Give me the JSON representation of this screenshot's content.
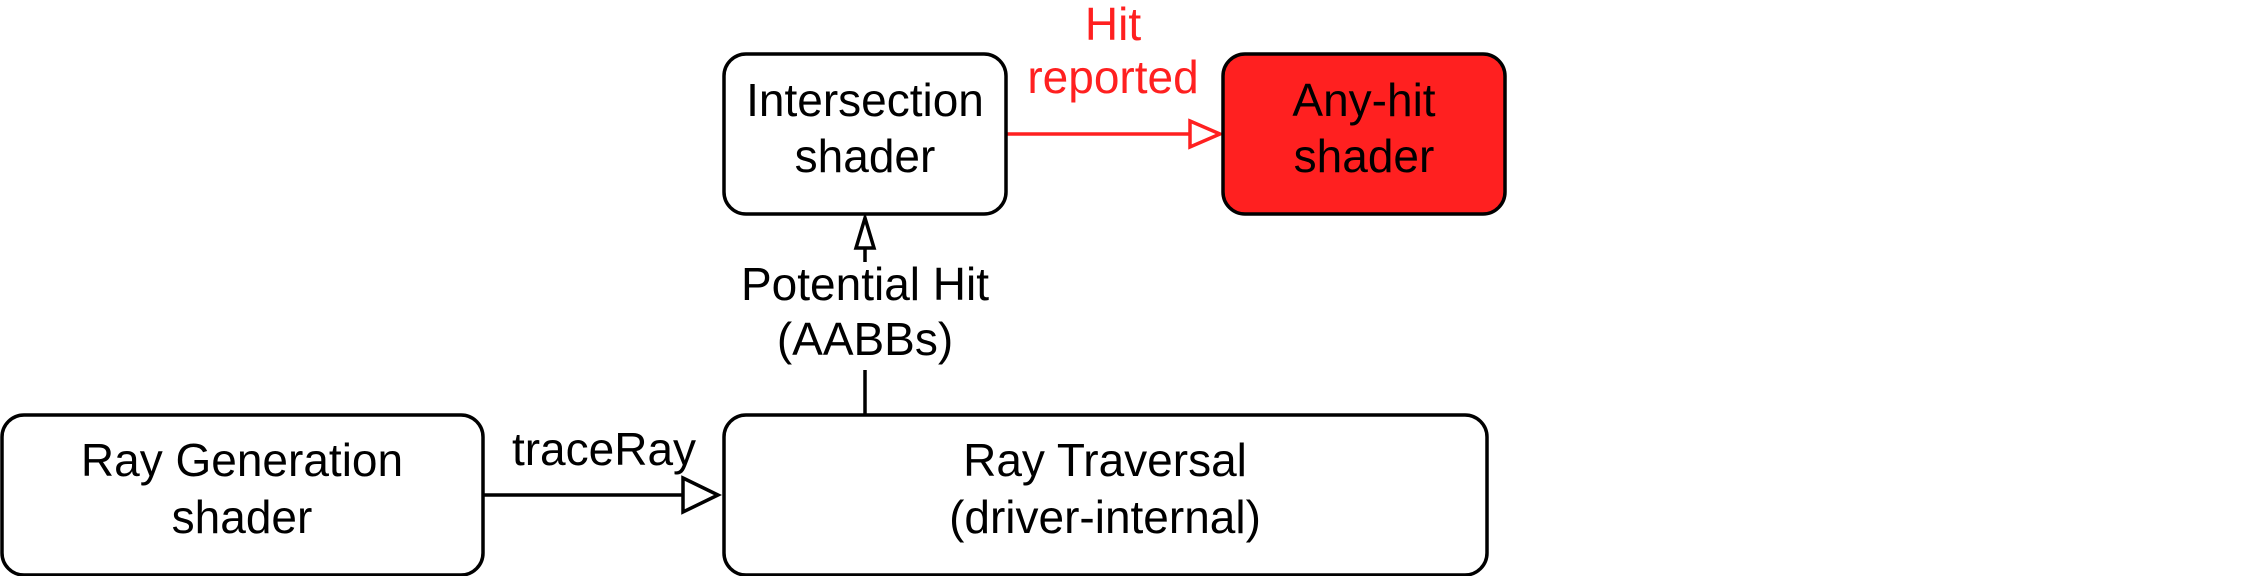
{
  "colors": {
    "stroke": "#000000",
    "box_fill": "#ffffff",
    "highlight_fill": "#ff2020",
    "highlight_text": "#ff2020"
  },
  "nodes": {
    "intersection": {
      "line1": "Intersection",
      "line2": "shader"
    },
    "any_hit": {
      "line1": "Any-hit",
      "line2": "shader"
    },
    "ray_generation": {
      "line1": "Ray Generation",
      "line2": "shader"
    },
    "ray_traversal": {
      "line1": "Ray Traversal",
      "line2": "(driver-internal)"
    }
  },
  "edges": {
    "hit_reported": {
      "line1": "Hit",
      "line2": "reported"
    },
    "potential_hit": {
      "line1": "Potential Hit",
      "line2": "(AABBs)"
    },
    "trace_ray": {
      "label": "traceRay"
    }
  }
}
